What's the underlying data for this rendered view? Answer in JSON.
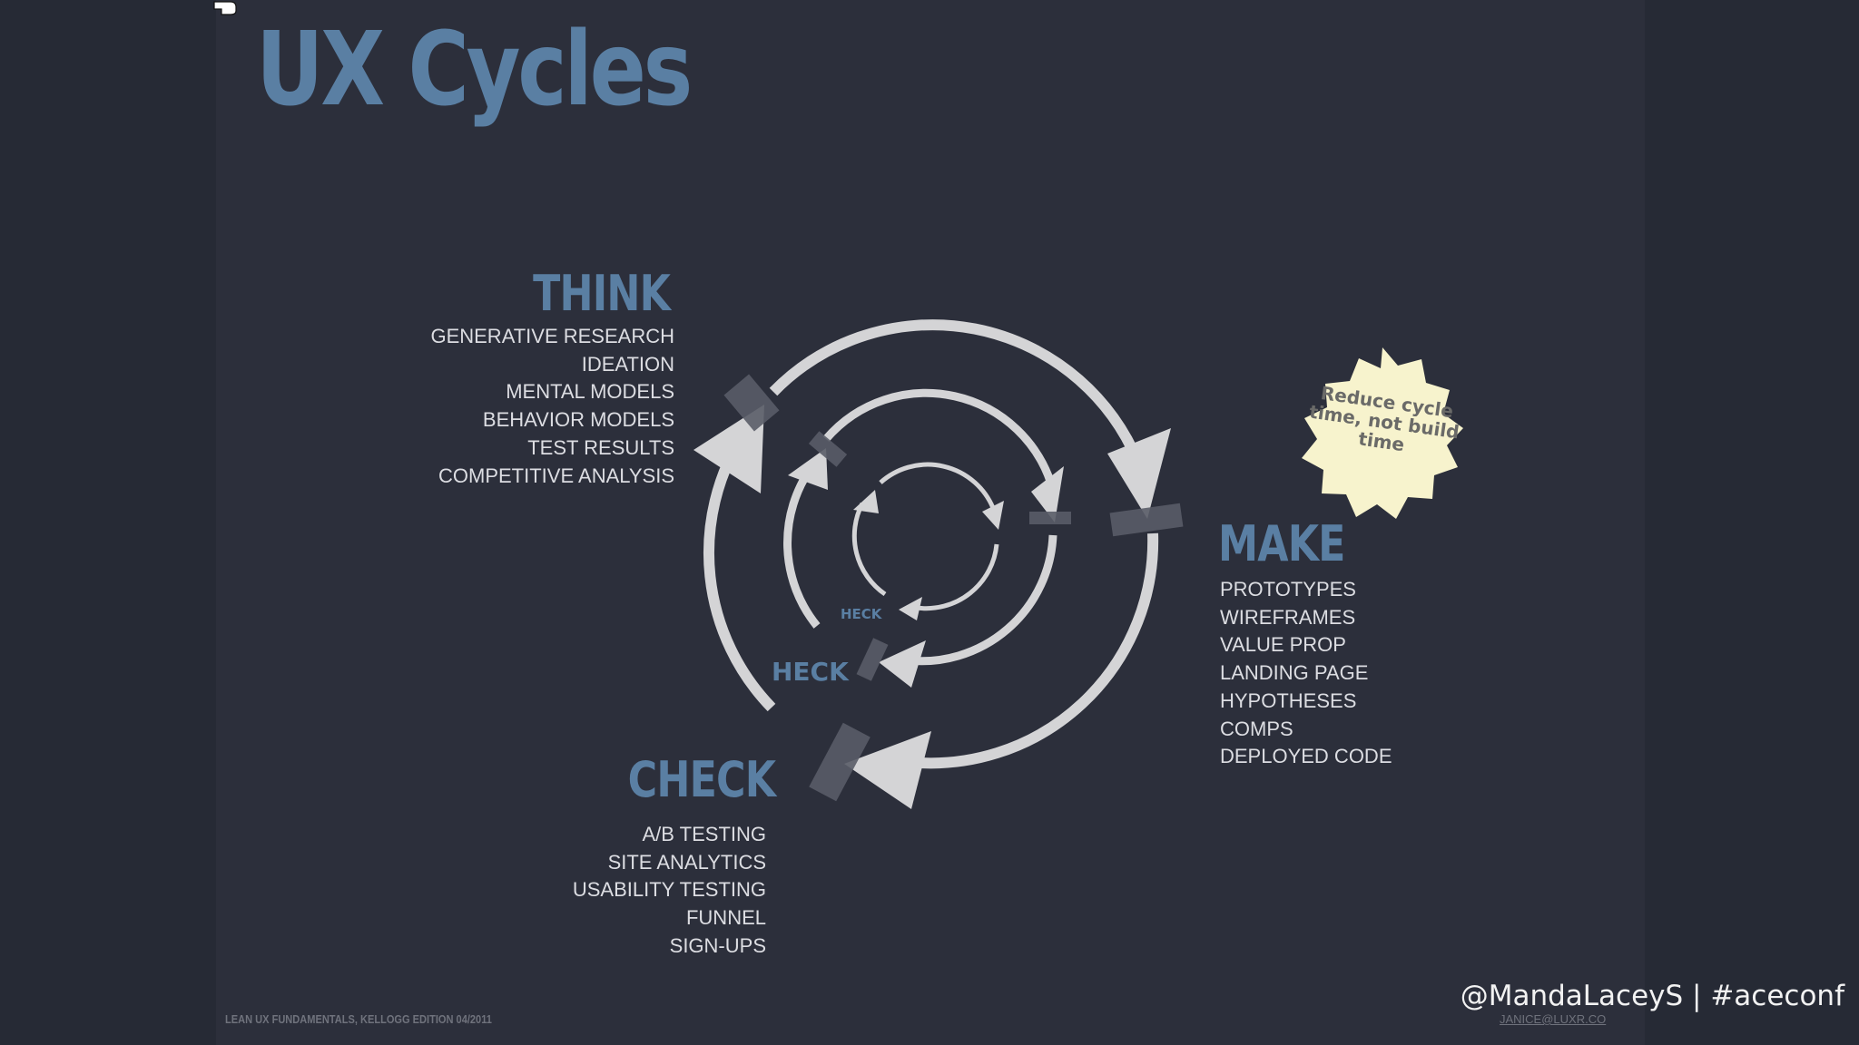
{
  "slide": {
    "title": "UX Cycles",
    "think": {
      "title": "THINK",
      "items": [
        "GENERATIVE RESEARCH",
        "IDEATION",
        "MENTAL MODELS",
        "BEHAVIOR MODELS",
        "TEST RESULTS",
        "COMPETITIVE ANALYSIS"
      ]
    },
    "make": {
      "title": "MAKE",
      "items": [
        "PROTOTYPES",
        "WIREFRAMES",
        "VALUE PROP",
        "LANDING PAGE",
        "HYPOTHESES",
        "COMPS",
        "DEPLOYED CODE"
      ]
    },
    "check": {
      "title": "CHECK",
      "items": [
        "A/B TESTING",
        "SITE ANALYTICS",
        "USABILITY TESTING",
        "FUNNEL",
        "SIGN-UPS"
      ]
    },
    "cycle_labels": {
      "middle": "HECK",
      "inner": "HECK"
    },
    "badge": "Reduce cycle time, not build time",
    "footer": {
      "source": "LEAN UX FUNDAMENTALS, KELLOGG EDITION   04/2011",
      "email": "JANICE@LUXR.CO"
    }
  },
  "overlay": {
    "handle": "@MandaLaceyS | #aceconf"
  },
  "colors": {
    "background": "#262a35",
    "slide": "#2c2f3b",
    "accent": "#5a7fa3",
    "text": "#dcdde2",
    "cycle": "#d4d4d6",
    "badge": "#f7f3cd"
  }
}
